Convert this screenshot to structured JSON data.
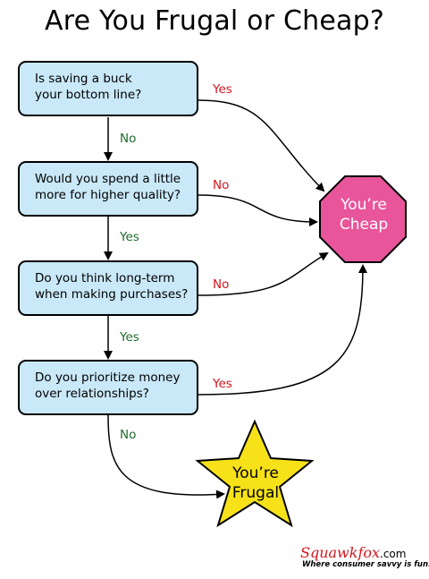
{
  "title": "Are You Frugal or Cheap?",
  "questions": [
    {
      "line1": "Is saving a buck",
      "line2": "your bottom line?"
    },
    {
      "line1": "Would you spend a little",
      "line2": "more for higher quality?"
    },
    {
      "line1": "Do you think long-term",
      "line2": "when making purchases?"
    },
    {
      "line1": "Do you prioritize money",
      "line2": "over relationships?"
    }
  ],
  "edges": {
    "q1_to_cheap": "Yes",
    "q1_to_q2": "No",
    "q2_to_cheap": "No",
    "q2_to_q3": "Yes",
    "q3_to_cheap": "No",
    "q3_to_q4": "Yes",
    "q4_to_cheap": "Yes",
    "q4_to_frugal": "No"
  },
  "outcomes": {
    "cheap": {
      "line1": "You’re",
      "line2": "Cheap",
      "color": "#e8559b"
    },
    "frugal": {
      "line1": "You’re",
      "line2": "Frugal",
      "color": "#f7e21a"
    }
  },
  "colors": {
    "question_fill": "#c9e8f8",
    "yes_no_red": "#d4141c",
    "green_label": "#1f6b2a"
  },
  "brand": {
    "name": "Squawkfox",
    "domain": ".com",
    "tagline": "Where consumer savvy is fun."
  }
}
